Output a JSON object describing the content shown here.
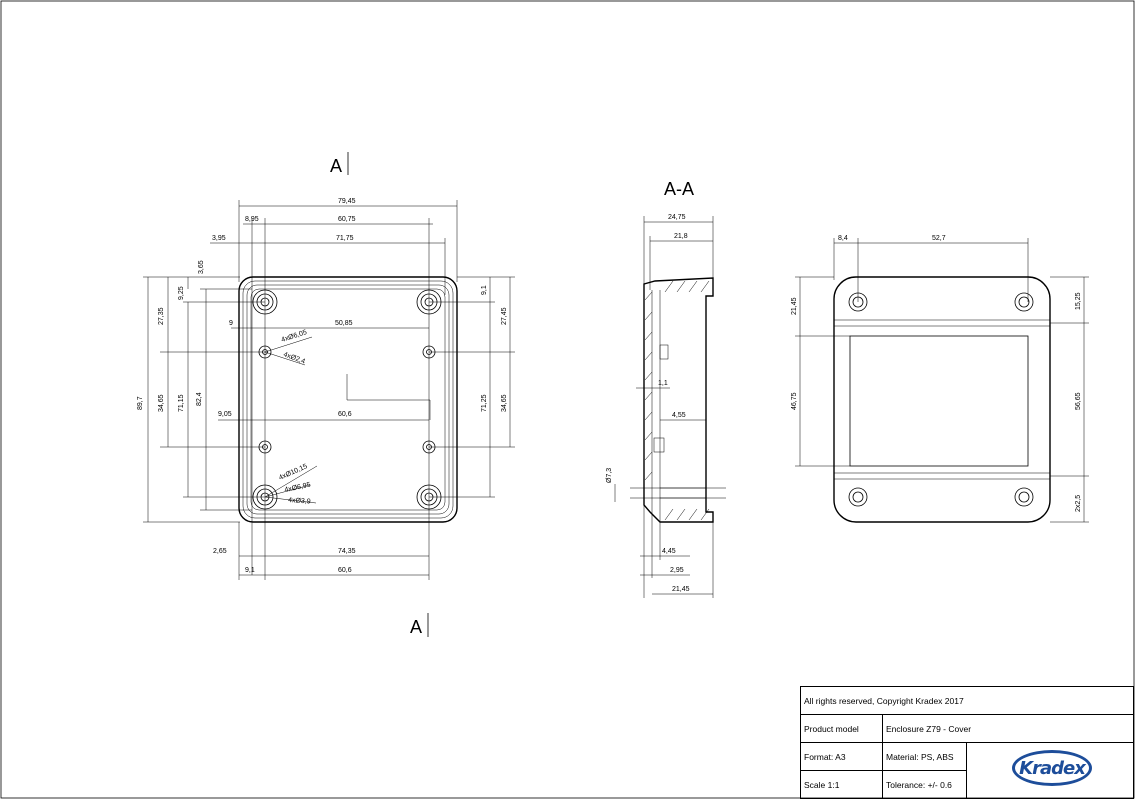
{
  "sheet": {
    "view_a_label_top": "A",
    "view_a_label_bottom": "A",
    "section_title": "A-A"
  },
  "front_view": {
    "dims": {
      "overall_width": "79,45",
      "hole_spacing_outer": "60,75",
      "offset_8_95": "8,95",
      "inner_width": "71,75",
      "offset_3_95": "3,95",
      "offset_3_65": "3,65",
      "offset_9_25": "9,25",
      "offset_27_35": "27,35",
      "offset_9": "9",
      "hole_spacing_mid": "50,85",
      "hole_label_1": "4xØ6,05",
      "hole_label_2": "4xØ2,4",
      "offset_9_05": "9,05",
      "hole_spacing_lower": "60,6",
      "hole_label_3": "4xØ10,15",
      "hole_label_4": "4xØ6,95",
      "hole_label_5": "4xØ3,9",
      "overall_height": "89,7",
      "height_34_65_left": "34,65",
      "height_71_15": "71,15",
      "height_82_4": "82,4",
      "right_9_1": "9,1",
      "right_27_45": "27,45",
      "right_71_25": "71,25",
      "right_34_65": "34,65",
      "bottom_2_65": "2,65",
      "bottom_74_35": "74,35",
      "bottom_9_1": "9,1",
      "bottom_60_6": "60,6"
    }
  },
  "section_view": {
    "dims": {
      "top_24_75": "24,75",
      "top_21_8": "21,8",
      "wall_1_1": "1,1",
      "step_4_55": "4,55",
      "dia_7_3": "Ø7,3",
      "bottom_4_45": "4,45",
      "bottom_2_95": "2,95",
      "bottom_21_45": "21,45"
    }
  },
  "side_view": {
    "dims": {
      "top_8_4": "8,4",
      "top_52_7": "52,7",
      "left_21_45": "21,45",
      "left_46_75": "46,75",
      "right_15_25": "15,25",
      "right_56_65": "56,65",
      "right_2x2_5": "2x2,5"
    }
  },
  "title_block": {
    "copyright": "All rights reserved, Copyright Kradex 2017",
    "product_model_label": "Product model",
    "product_model_value": "Enclosure Z79 - Cover",
    "format": "Format: A3",
    "material": "Material: PS, ABS",
    "scale": "Scale 1:1",
    "tolerance": "Tolerance: +/- 0.6",
    "logo_text": "Kradex",
    "logo_color": "#1d4d9a"
  }
}
